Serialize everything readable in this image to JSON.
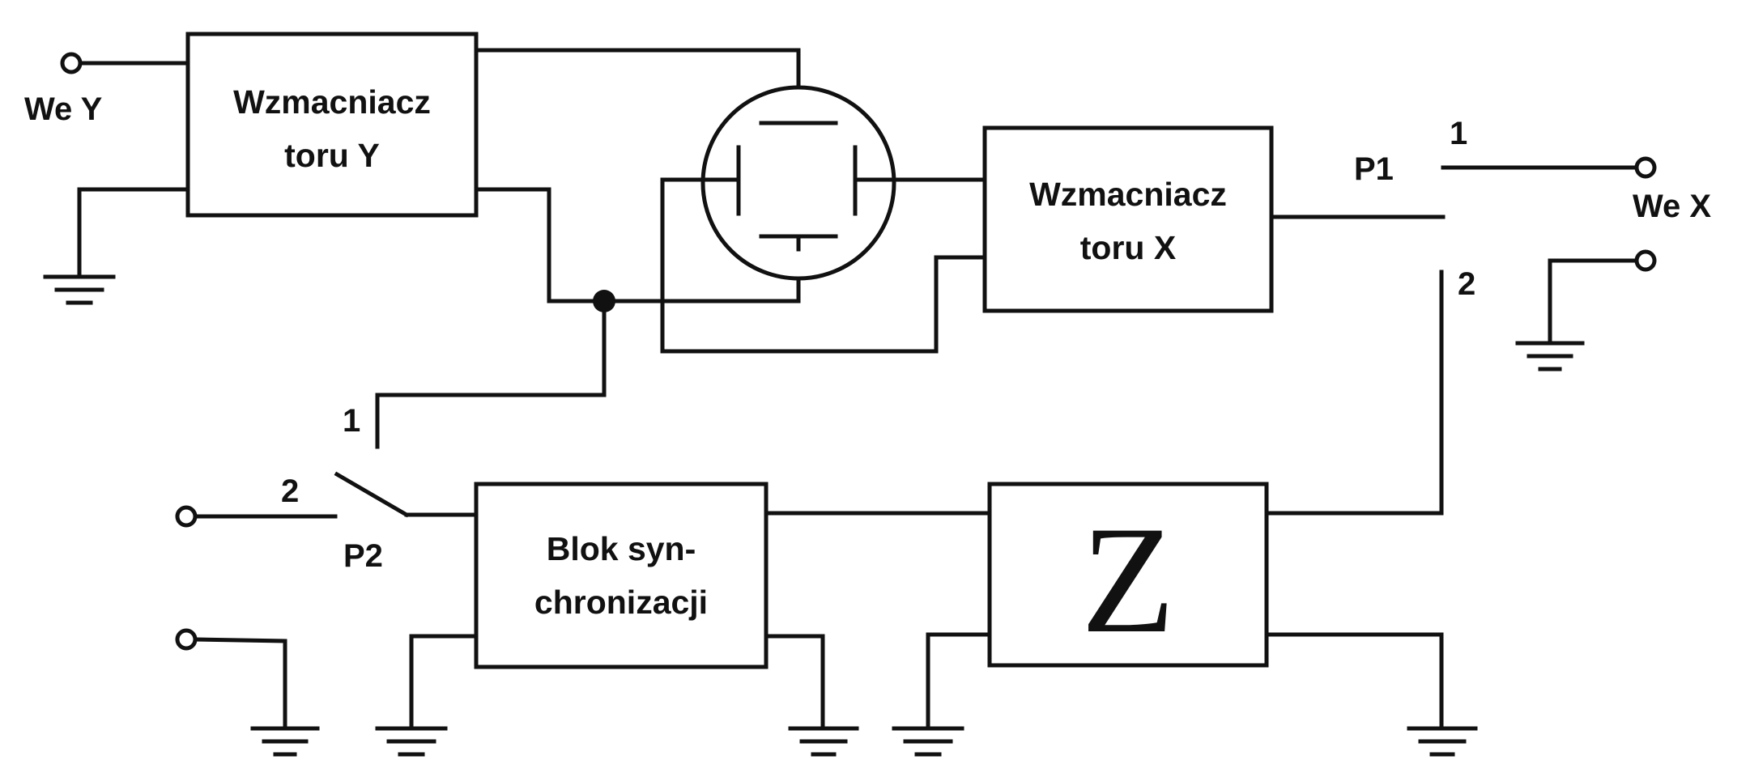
{
  "blocks": {
    "amp_y": {
      "line1": "Wzmacniacz",
      "line2": "toru Y"
    },
    "amp_x": {
      "line1": "Wzmacniacz",
      "line2": "toru X"
    },
    "sync": {
      "line1": "Blok syn-",
      "line2": "chronizacji"
    },
    "z": {
      "label": "Z"
    }
  },
  "terminals": {
    "input_y": "We Y",
    "input_x": "We X"
  },
  "switches": {
    "p1": {
      "label": "P1",
      "pos1": "1",
      "pos2": "2"
    },
    "p2": {
      "label": "P2",
      "pos1": "1",
      "pos2": "2"
    }
  }
}
